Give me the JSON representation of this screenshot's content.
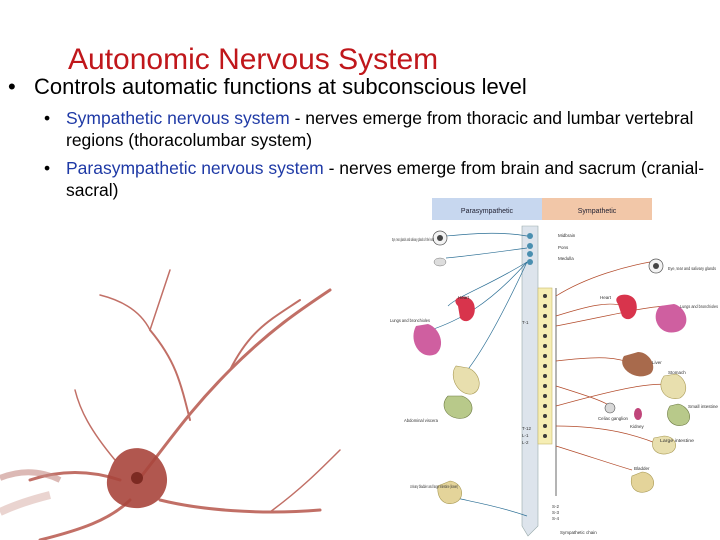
{
  "title": "Autonomic Nervous System",
  "main_bullet": "Controls automatic functions at subconscious level",
  "sub_bullets": [
    {
      "term": "Sympathetic nervous system",
      "rest": " - nerves emerge from  thoracic and lumbar vertebral regions (thoracolumbar system)"
    },
    {
      "term": "Parasympathetic nervous system",
      "rest": " - nerves emerge from brain and sacrum (cranial-sacral)"
    }
  ],
  "diagram": {
    "header_left": "Parasympathetic",
    "header_right": "Sympathetic",
    "left_labels": {
      "eye": "Eye, tear glands and salivary glands of the head",
      "heart": "Heart",
      "lungs": "Lungs and bronchioles",
      "abdominal": "Abdominal viscera",
      "bladder": "Urinary bladder and large intestine (lower)"
    },
    "center_labels": {
      "midbrain": "Midbrain",
      "pons": "Pons",
      "medulla": "Medulla",
      "t1": "T-1",
      "t12": "T-12",
      "l1": "L-1",
      "l2": "L-2",
      "s2": "S-2",
      "s3": "S-3",
      "s4": "S-4",
      "sympathetic_chain": "Sympathetic chain"
    },
    "right_labels": {
      "eye": "Eye, tear and salivary glands",
      "heart": "Heart",
      "lungs": "Lungs and bronchioles",
      "liver": "Liver",
      "stomach": "Stomach",
      "celiac": "Celiac ganglion",
      "small_int": "Small intestine",
      "kidney": "Kidney",
      "large_int": "Large intestine",
      "bladder": "Bladder"
    }
  },
  "colors": {
    "title": "#c0171b",
    "term": "#1f3aa6",
    "header_left_bg": "#c7d7ef",
    "header_right_bg": "#f2c7a8",
    "spine": "#f6eeb4",
    "neuron": "#a8453c"
  }
}
